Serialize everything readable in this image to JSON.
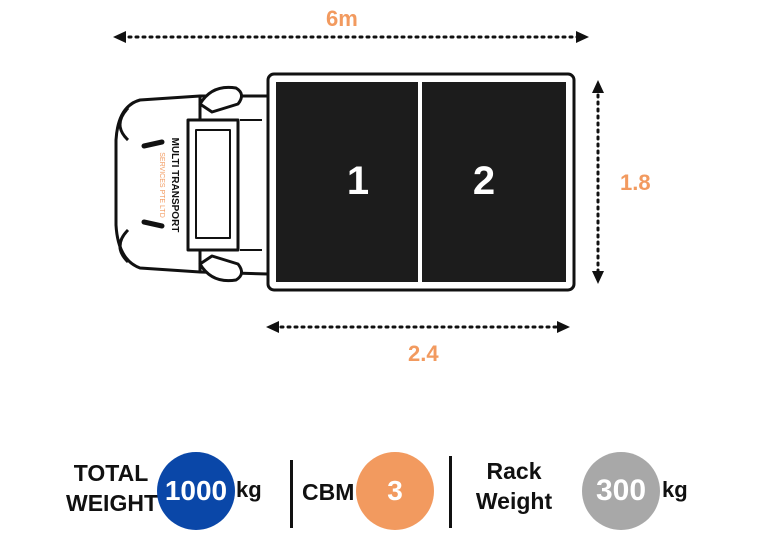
{
  "dimensions": {
    "length": "6m",
    "width": "1.8",
    "bed_length": "2.4"
  },
  "compartments": [
    {
      "label": "1"
    },
    {
      "label": "2"
    }
  ],
  "truck": {
    "brand_line1": "MULTI TRANSPORT",
    "brand_line2": "SERVICES PTE LTD"
  },
  "stats": {
    "total_weight": {
      "label_line1": "TOTAL",
      "label_line2": "WEIGHT",
      "value": "1000",
      "unit": "kg"
    },
    "cbm": {
      "label": "CBM",
      "value": "3"
    },
    "rack_weight": {
      "label_line1": "Rack",
      "label_line2": "Weight",
      "value": "300",
      "unit": "kg"
    }
  },
  "colors": {
    "accent_orange": "#f29a5f",
    "badge_blue": "#0a47a8",
    "badge_orange": "#f29a5f",
    "badge_grey": "#a8a8a8",
    "cargo_fill": "#1c1c1c"
  }
}
